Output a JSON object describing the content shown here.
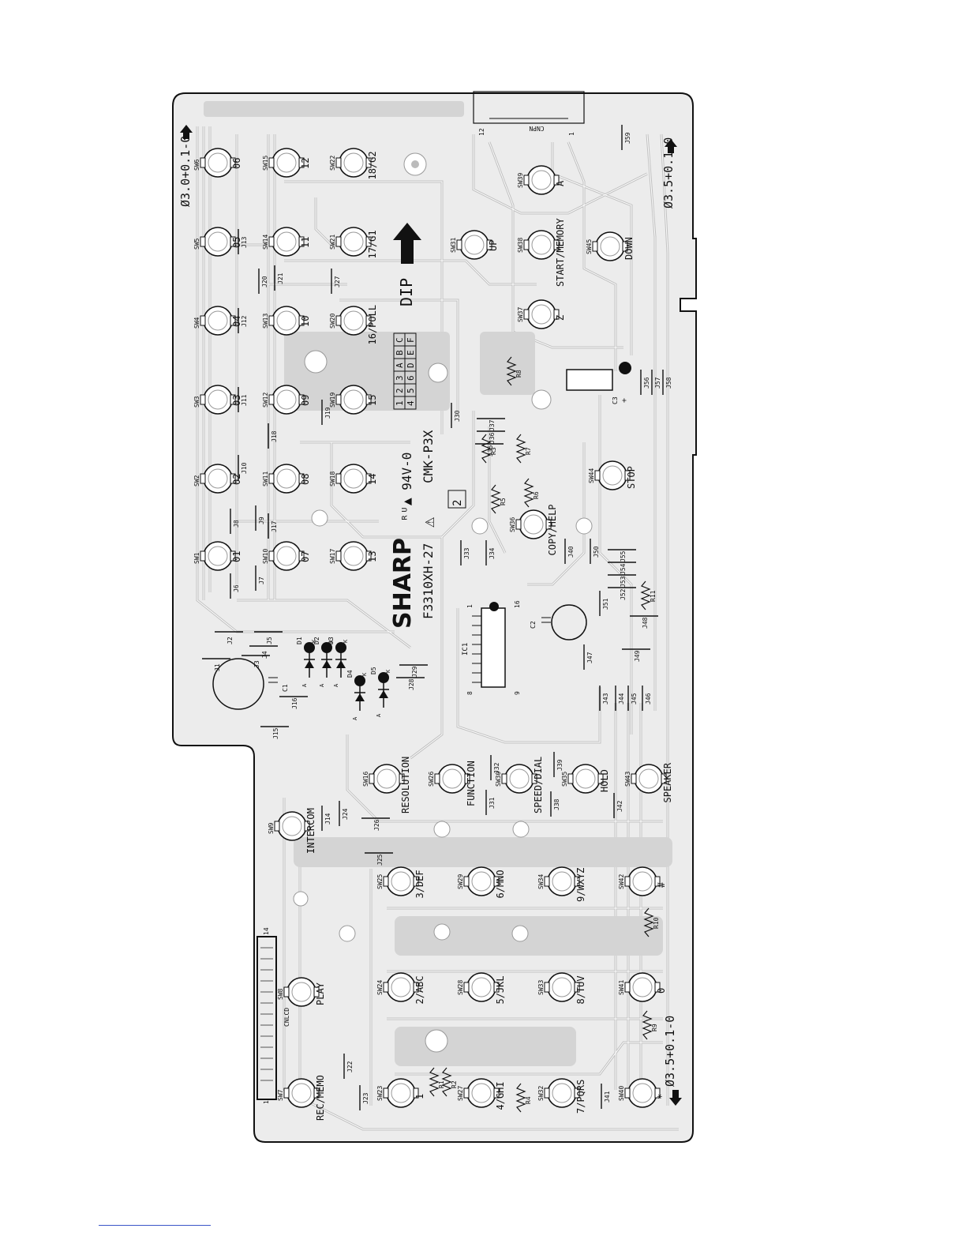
{
  "board": {
    "connectors": {
      "cnpn": {
        "name": "CNPN",
        "pin_first": "12",
        "pin_last": "1"
      },
      "cnlcd": {
        "name": "CNLCD",
        "pin_first": "14",
        "pin_last": "1"
      }
    },
    "holes": {
      "top_left": "Ø3.0+0.1-0",
      "top_right": "Ø3.5+0.1-0",
      "bottom_right": "Ø3.5+0.1-0"
    },
    "markings": {
      "brand": "SHARP",
      "ul_mark": "ᴿᵁ",
      "rating": "▲ 94V-0",
      "part_no": "F3310XH-27",
      "pcb_code": "CMK-P3X",
      "warning": "⚠",
      "box_label": "2",
      "dip_label": "DIP"
    },
    "dip_grid": {
      "row1": [
        "1",
        "2",
        "3",
        "A",
        "B",
        "C"
      ],
      "row2": [
        "4",
        "5",
        "6",
        "D",
        "E",
        "F"
      ]
    },
    "switches": [
      {
        "ref": "SW6",
        "key": "06"
      },
      {
        "ref": "SW5",
        "key": "05"
      },
      {
        "ref": "SW4",
        "key": "04"
      },
      {
        "ref": "SW3",
        "key": "03"
      },
      {
        "ref": "SW2",
        "key": "02"
      },
      {
        "ref": "SW1",
        "key": "01"
      },
      {
        "ref": "SW15",
        "key": "12"
      },
      {
        "ref": "SW14",
        "key": "11"
      },
      {
        "ref": "SW13",
        "key": "10"
      },
      {
        "ref": "SW12",
        "key": "09"
      },
      {
        "ref": "SW11",
        "key": "08"
      },
      {
        "ref": "SW10",
        "key": "07"
      },
      {
        "ref": "SW22",
        "key": "18/G2"
      },
      {
        "ref": "SW21",
        "key": "17/G1"
      },
      {
        "ref": "SW20",
        "key": "16/POLL"
      },
      {
        "ref": "SW19",
        "key": "15"
      },
      {
        "ref": "SW18",
        "key": "14"
      },
      {
        "ref": "SW17",
        "key": "13"
      },
      {
        "ref": "SW39",
        "key": "A"
      },
      {
        "ref": "SW31",
        "key": "UP"
      },
      {
        "ref": "SW38",
        "key": "START/MEMORY"
      },
      {
        "ref": "SW45",
        "key": "DOWN"
      },
      {
        "ref": "SW37",
        "key": "Z"
      },
      {
        "ref": "SW44",
        "key": "STOP"
      },
      {
        "ref": "SW36",
        "key": "COPY/HELP"
      },
      {
        "ref": "SW16",
        "key": "RESOLUTION"
      },
      {
        "ref": "SW26",
        "key": "FUNCTION"
      },
      {
        "ref": "SW30",
        "key": "SPEED/DIAL"
      },
      {
        "ref": "SW35",
        "key": "HOLD"
      },
      {
        "ref": "SW43",
        "key": "SPEAKER"
      },
      {
        "ref": "SW9",
        "key": "INTERCOM"
      },
      {
        "ref": "SW25",
        "key": "3/DEF"
      },
      {
        "ref": "SW29",
        "key": "6/MNO"
      },
      {
        "ref": "SW34",
        "key": "9/WXYZ"
      },
      {
        "ref": "SW42",
        "key": "#"
      },
      {
        "ref": "SW8",
        "key": "PLAY"
      },
      {
        "ref": "SW24",
        "key": "2/ABC"
      },
      {
        "ref": "SW28",
        "key": "5/JKL"
      },
      {
        "ref": "SW33",
        "key": "8/TUV"
      },
      {
        "ref": "SW41",
        "key": "0"
      },
      {
        "ref": "SW7",
        "key": "REC/MEMO"
      },
      {
        "ref": "SW23",
        "key": "1"
      },
      {
        "ref": "SW27",
        "key": "4/GHI"
      },
      {
        "ref": "SW32",
        "key": "7/PQRS"
      },
      {
        "ref": "SW40",
        "key": "*"
      }
    ],
    "jumpers": [
      "J1",
      "J2",
      "J3",
      "J4",
      "J5",
      "J6",
      "J7",
      "J8",
      "J9",
      "J10",
      "J11",
      "J12",
      "J13",
      "J14",
      "J15",
      "J16",
      "J17",
      "J18",
      "J19",
      "J20",
      "J21",
      "J22",
      "J23",
      "J24",
      "J25",
      "J26",
      "J27",
      "J28",
      "J29",
      "J30",
      "J31",
      "J32",
      "J33",
      "J34",
      "J35",
      "J36",
      "J37",
      "J38",
      "J39",
      "J40",
      "J41",
      "J42",
      "J43",
      "J44",
      "J45",
      "J46",
      "J47",
      "J48",
      "J49",
      "J50",
      "J51",
      "J52",
      "J53",
      "J54",
      "J55",
      "J56",
      "J57",
      "J58",
      "J59"
    ],
    "resistors": [
      "R1",
      "R2",
      "R3",
      "R4",
      "R5",
      "R6",
      "R7",
      "R8",
      "R9",
      "R10",
      "R11"
    ],
    "diodes": [
      "D1",
      "D2",
      "D3",
      "D4",
      "D5"
    ],
    "diode_pins": {
      "anode": "A",
      "cathode": "K"
    },
    "capacitors": [
      "C1",
      "C2",
      "C3"
    ],
    "ic": {
      "ref": "IC1",
      "pins": [
        "1",
        "16",
        "8",
        "9"
      ]
    },
    "polarity": "+"
  }
}
